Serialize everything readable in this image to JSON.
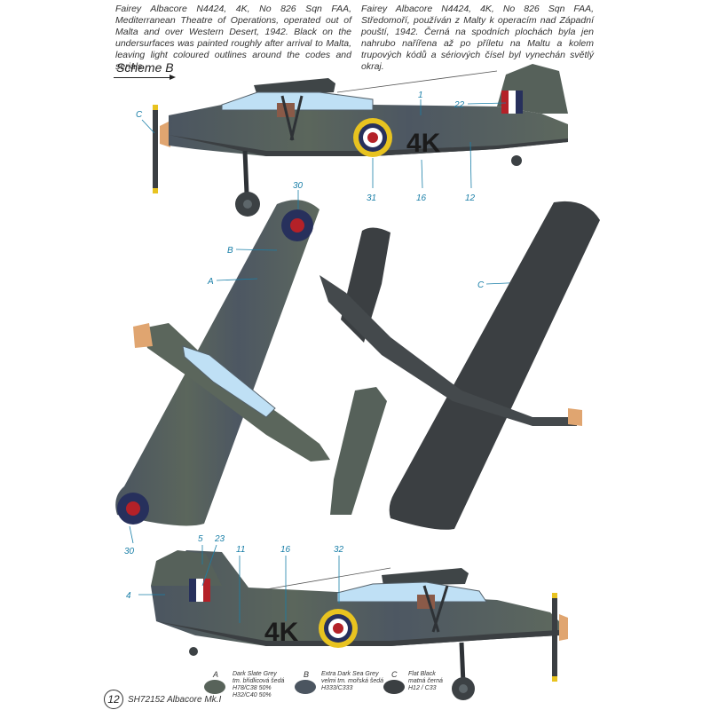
{
  "description_en": "Fairey Albacore N4424, 4K, No 826 Sqn FAA, Mediterranean Theatre of Operations, operated out of Malta and over Western Desert, 1942. Black on the undersurfaces was painted roughly after arrival to Malta, leaving light coloured outlines around the codes and serials.",
  "description_cz": "Fairey Albacore N4424, 4K, No 826 Sqn FAA, Středomoří, používán z Malty k operacím nad Západní pouští, 1942. Černá na spodních plochách byla jen nahrubo nařířena až po příletu na Maltu a kolem trupových kódů a sériových čísel byl vynechán světlý okraj.",
  "scheme_label": "Scheme B",
  "fuselage_code": "4K",
  "callouts": {
    "top_c": "C",
    "top_1": "1",
    "top_22": "22",
    "top_31": "31",
    "top_16": "16",
    "top_12": "12",
    "plan_30a": "30",
    "plan_b": "B",
    "plan_a": "A",
    "plan_30b": "30",
    "under_c": "C",
    "bot_5": "5",
    "bot_23": "23",
    "bot_11": "11",
    "bot_16": "16",
    "bot_32": "32",
    "bot_4": "4"
  },
  "swatches": [
    {
      "letter": "A",
      "label_lines": [
        "Dark Slate Grey",
        "tm. břidlicová šedá",
        "H78/C38 50%",
        "H32/C40 50%"
      ],
      "color": "#58635a"
    },
    {
      "letter": "B",
      "label_lines": [
        "Extra Dark Sea Grey",
        "velmi tm. mořská šedá",
        "H333/C333"
      ],
      "color": "#4b5560"
    },
    {
      "letter": "C",
      "label_lines": [
        "Flat Black",
        "matná černá",
        "H12 / C33"
      ],
      "color": "#3b3f42"
    }
  ],
  "page_number": "12",
  "footer_title": "SH72152 Albacore Mk.I",
  "colors": {
    "callout": "#1a7fa8",
    "dark_slate_grey": "#58635a",
    "extra_dark_sea_grey": "#4b5560",
    "flat_black": "#3b3f42",
    "roundel_blue": "#27305c",
    "roundel_red": "#b42128",
    "roundel_yellow": "#e8c320",
    "canopy": "#bfe0f5"
  }
}
